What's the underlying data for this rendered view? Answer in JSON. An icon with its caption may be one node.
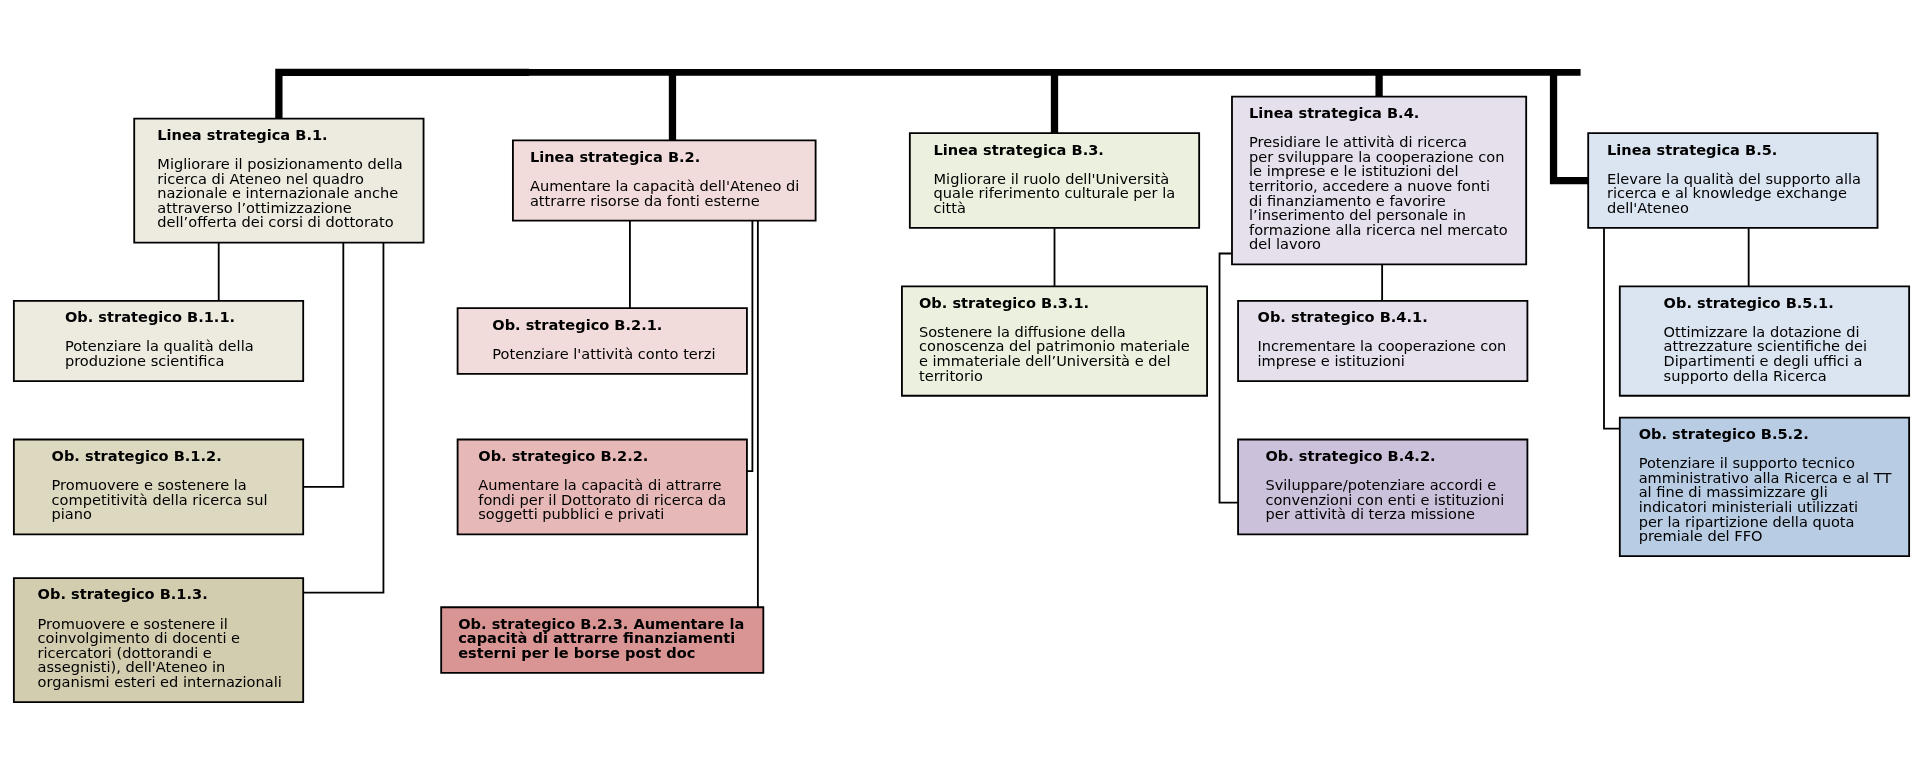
{
  "diagram": {
    "nodes": [
      {
        "text": [],
        "shape": "bar"
      },
      {
        "text": [
          "Linea strategica B.1.",
          "Migliorare il posizionamento della ricerca di Ateneo nel quadro nazionale e internazionale anche attraverso l’ottimizzazione dell’offerta dei corsi di dottorato"
        ]
      },
      {
        "text": [
          "Ob. strategico B.1.1.",
          "Potenziare la qualità della produzione scientifica"
        ]
      },
      {
        "text": [
          "Ob. strategico B.1.2.",
          "Promuovere e sostenere la competitività della ricerca sul piano"
        ]
      },
      {
        "text": [
          "Ob. strategico B.1.3.",
          "Promuovere e sostenere il coinvolgimento di docenti e ricercatori (dottorandi e assegnisti), dell'Ateneo in organismi esteri ed internazionali"
        ]
      },
      {
        "text": [
          "Linea strategica B.2.",
          "Aumentare la capacità dell'Ateneo di attrarre risorse da fonti esterne"
        ]
      },
      {
        "text": [
          "Ob. strategico B.2.1.",
          "Potenziare l'attività conto terzi"
        ]
      },
      {
        "text": [
          "Ob. strategico B.2.2.",
          "Aumentare la capacità di attrarre fondi per il Dottorato di ricerca da soggetti pubblici e privati"
        ]
      },
      {
        "text": [
          "Ob. strategico B.2.3. Aumentare la capacità di attrarre finanziamenti esterni per le borse post doc"
        ]
      },
      {
        "text": [
          "Linea strategica B.3.",
          "Migliorare il ruolo dell'Università quale riferimento culturale per la città"
        ]
      },
      {
        "text": [
          "Ob. strategico B.3.1.",
          "Sostenere la diffusione della conoscenza del patrimonio materiale e immateriale dell’Università e del territorio"
        ]
      },
      {
        "text": [
          "Linea strategica B.4.",
          "Presidiare le attività di ricerca per sviluppare la cooperazione con le imprese e le istituzioni del territorio, accedere a nuove fonti di finanziamento e favorire l’inserimento del personale in formazione alla ricerca nel mercato del lavoro"
        ]
      },
      {
        "text": [
          "Ob. strategico B.4.1.",
          "Incrementare la cooperazione con imprese e istituzioni"
        ]
      },
      {
        "text": [
          "Ob. strategico B.4.2.",
          "Sviluppare/potenziare accordi e convenzioni con enti e istituzioni per attività di terza missione"
        ]
      },
      {
        "text": [
          "Linea strategica B.5.",
          "Elevare la qualità del supporto alla ricerca e al knowledge exchange dell'Ateneo"
        ]
      },
      {
        "text": [
          "Ob. strategico B.5.1.",
          "Ottimizzare la dotazione di attrezzature scientifiche dei Dipartimenti e degli uffici a supporto della Ricerca"
        ]
      },
      {
        "text": [
          "Ob. strategico B.5.2.",
          "Potenziare il supporto tecnico amministrativo alla Ricerca e al TT al fine di massimizzare gli indicatori ministeriali utilizzati per la ripartizione della quota premiale del FFO"
        ]
      }
    ],
    "edges": [
      {
        "from": 0,
        "to": 1,
        "arrow": "none",
        "style": "thick"
      },
      {
        "from": 0,
        "to": 5,
        "arrow": "none",
        "style": "thick"
      },
      {
        "from": 0,
        "to": 9,
        "arrow": "none",
        "style": "thick"
      },
      {
        "from": 0,
        "to": 11,
        "arrow": "none",
        "style": "thick"
      },
      {
        "from": 0,
        "to": 14,
        "arrow": "none",
        "style": "thick"
      },
      {
        "from": 1,
        "to": 2,
        "arrow": "none"
      },
      {
        "from": 1,
        "to": 3,
        "arrow": "none"
      },
      {
        "from": 1,
        "to": 4,
        "arrow": "none"
      },
      {
        "from": 5,
        "to": 6,
        "arrow": "none"
      },
      {
        "from": 5,
        "to": 7,
        "arrow": "none"
      },
      {
        "from": 5,
        "to": 8,
        "arrow": "none"
      },
      {
        "from": 9,
        "to": 10,
        "arrow": "none"
      },
      {
        "from": 11,
        "to": 12,
        "arrow": "none"
      },
      {
        "from": 11,
        "to": 13,
        "arrow": "none"
      },
      {
        "from": 14,
        "to": 15,
        "arrow": "none"
      },
      {
        "from": 14,
        "to": 16,
        "arrow": "none"
      }
    ]
  }
}
